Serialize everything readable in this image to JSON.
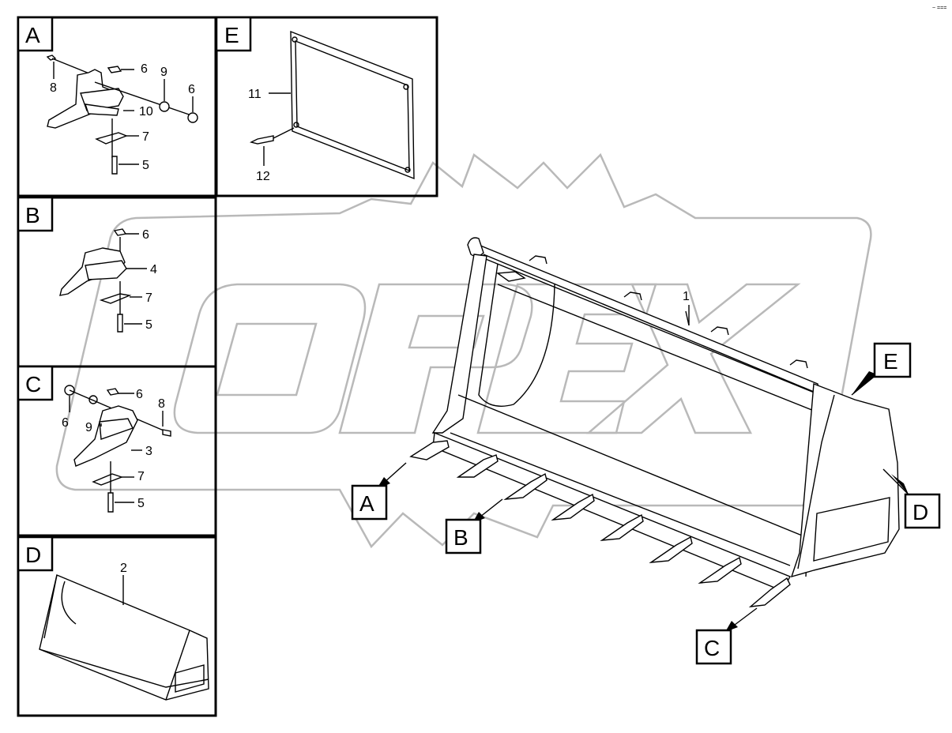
{
  "watermark": {
    "text": "OPEX",
    "color": "#b9b9b9"
  },
  "corner_mark": "~ ===",
  "panels": {
    "A": {
      "label": "A",
      "callouts": [
        "6",
        "9",
        "6",
        "8",
        "10",
        "7",
        "5"
      ]
    },
    "E": {
      "label": "E",
      "callouts": [
        "11",
        "12"
      ]
    },
    "B": {
      "label": "B",
      "callouts": [
        "6",
        "4",
        "7",
        "5"
      ]
    },
    "C": {
      "label": "C",
      "callouts": [
        "6",
        "6",
        "8",
        "9",
        "3",
        "7",
        "5"
      ]
    },
    "D": {
      "label": "D",
      "callouts": [
        "2"
      ]
    }
  },
  "main": {
    "callout_1": "1",
    "labels": {
      "A": "A",
      "B": "B",
      "C": "C",
      "D": "D",
      "E": "E"
    }
  }
}
